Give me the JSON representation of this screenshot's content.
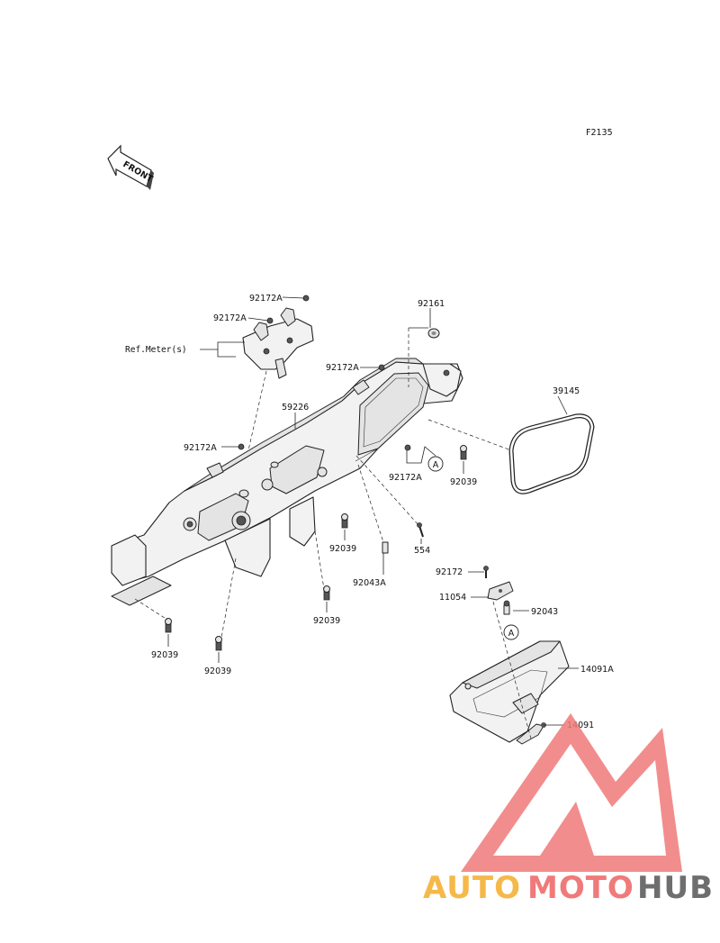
{
  "diagram_code": "F2135",
  "front_arrow_label": "FRONT",
  "reference_label": "Ref.Meter(s)",
  "callout_letter": "A",
  "parts": [
    {
      "key": "p92172a_1",
      "number": "92172A"
    },
    {
      "key": "p92172a_2",
      "number": "92172A"
    },
    {
      "key": "p92172a_3",
      "number": "92172A"
    },
    {
      "key": "p92172a_4",
      "number": "92172A"
    },
    {
      "key": "p92172a_5",
      "number": "92172A"
    },
    {
      "key": "p92161",
      "number": "92161"
    },
    {
      "key": "p39145",
      "number": "39145"
    },
    {
      "key": "p59226",
      "number": "59226"
    },
    {
      "key": "p92039_1",
      "number": "92039"
    },
    {
      "key": "p92039_2",
      "number": "92039"
    },
    {
      "key": "p92039_3",
      "number": "92039"
    },
    {
      "key": "p92039_4",
      "number": "92039"
    },
    {
      "key": "p92039_5",
      "number": "92039"
    },
    {
      "key": "p554",
      "number": "554"
    },
    {
      "key": "p92043a",
      "number": "92043A"
    },
    {
      "key": "p92172",
      "number": "92172"
    },
    {
      "key": "p11054",
      "number": "11054"
    },
    {
      "key": "p92043",
      "number": "92043"
    },
    {
      "key": "p14091a",
      "number": "14091A"
    },
    {
      "key": "p14091",
      "number": "14091"
    }
  ],
  "watermark": {
    "part1": "AUTO",
    "part2": "MOTO",
    "part3": "HUB",
    "colors": {
      "auto": "#f5b94a",
      "moto": "#f07a7a",
      "hub": "#6e6e6e",
      "logo": "#f07a7a"
    }
  }
}
